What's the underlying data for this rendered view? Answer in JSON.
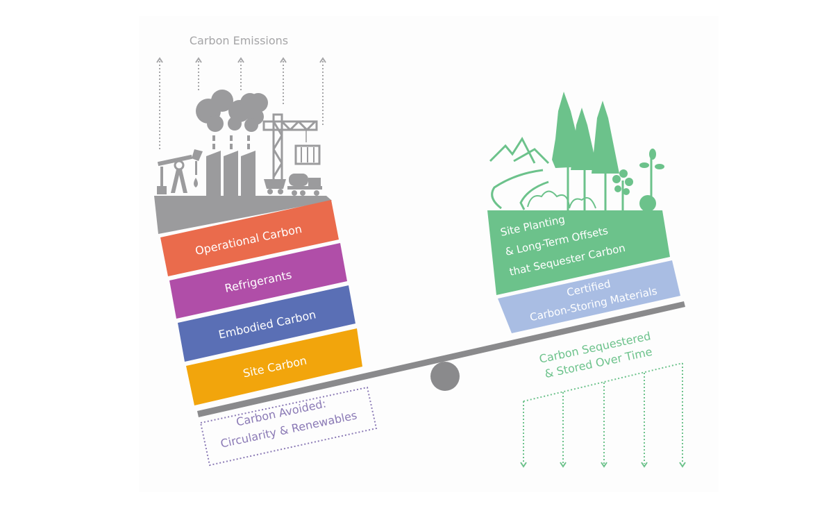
{
  "title": "Carbon Emissions",
  "colors": {
    "gray": "#9b9b9d",
    "beam": "#8a8a8c",
    "operational": "#ea6b4c",
    "refrigerants": "#b04ea8",
    "embodied": "#5a6fb5",
    "site": "#f2a50c",
    "planting": "#6cc28b",
    "materials": "#a9bde3",
    "avoided_text": "#8a79b5",
    "sequestered_text": "#6cc28b"
  },
  "emissions": {
    "label": "Carbon Emissions",
    "icon": "factory-icon",
    "layers": [
      {
        "label": "Operational Carbon"
      },
      {
        "label": "Refrigerants"
      },
      {
        "label": "Embodied Carbon"
      },
      {
        "label": "Site Carbon"
      }
    ]
  },
  "avoided": {
    "line1": "Carbon Avoided:",
    "line2": "Circularity & Renewables"
  },
  "sequestration": {
    "icon": "forest-icon",
    "layers": [
      {
        "lines": [
          "Site Planting",
          "& Long-Term Offsets",
          "that Sequester Carbon"
        ]
      },
      {
        "lines": [
          "Certified",
          "Carbon-Storing Materials"
        ]
      }
    ],
    "label_line1": "Carbon Sequestered",
    "label_line2": "& Stored Over Time"
  },
  "icons": {
    "emission_arrow": "arrow-up-icon",
    "sequester_arrow": "arrow-down-icon",
    "fulcrum": "fulcrum-icon"
  }
}
